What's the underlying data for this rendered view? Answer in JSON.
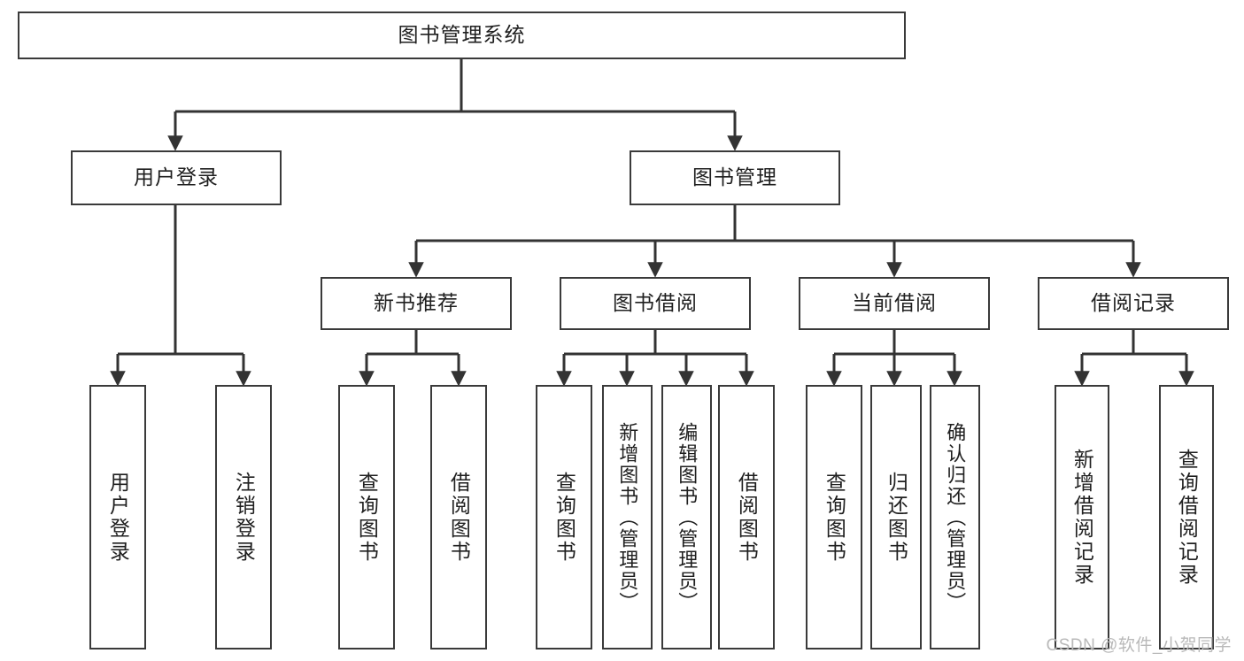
{
  "diagram": {
    "type": "tree",
    "title": "图书管理系统",
    "orientation": "top-down",
    "colors": {
      "background": "#ffffff",
      "box_border": "#3a3a3a",
      "box_fill": "#ffffff",
      "text": "#1f1f1f",
      "connector": "#333333",
      "watermark": "#b9b9b9"
    },
    "nodes": {
      "root": {
        "label": "图书管理系统"
      },
      "level2": [
        {
          "id": "user_login",
          "label": "用户登录"
        },
        {
          "id": "book_manage",
          "label": "图书管理"
        }
      ],
      "level3": [
        {
          "id": "new_book_rec",
          "label": "新书推荐"
        },
        {
          "id": "book_borrow",
          "label": "图书借阅"
        },
        {
          "id": "current_borrow",
          "label": "当前借阅"
        },
        {
          "id": "borrow_record",
          "label": "借阅记录"
        }
      ],
      "leaves": [
        {
          "id": "leaf_user_login",
          "label": "用户登录",
          "parent": "user_login"
        },
        {
          "id": "leaf_logout",
          "label": "注销登录",
          "parent": "user_login"
        },
        {
          "id": "leaf_query_book_1",
          "label": "查询图书",
          "parent": "new_book_rec"
        },
        {
          "id": "leaf_borrow_book_1",
          "label": "借阅图书",
          "parent": "new_book_rec"
        },
        {
          "id": "leaf_query_book_2",
          "label": "查询图书",
          "parent": "book_borrow"
        },
        {
          "id": "leaf_add_book",
          "label": "新增图书（管理员）",
          "parent": "book_borrow"
        },
        {
          "id": "leaf_edit_book",
          "label": "编辑图书（管理员）",
          "parent": "book_borrow"
        },
        {
          "id": "leaf_borrow_book_2",
          "label": "借阅图书",
          "parent": "book_borrow"
        },
        {
          "id": "leaf_query_book_3",
          "label": "查询图书",
          "parent": "current_borrow"
        },
        {
          "id": "leaf_return_book",
          "label": "归还图书",
          "parent": "current_borrow"
        },
        {
          "id": "leaf_confirm_return",
          "label": "确认归还（管理员）",
          "parent": "current_borrow"
        },
        {
          "id": "leaf_add_record",
          "label": "新增借阅记录",
          "parent": "borrow_record"
        },
        {
          "id": "leaf_query_record",
          "label": "查询借阅记录",
          "parent": "borrow_record"
        }
      ]
    }
  },
  "watermark": {
    "text": "CSDN @软件_小贺同学"
  }
}
